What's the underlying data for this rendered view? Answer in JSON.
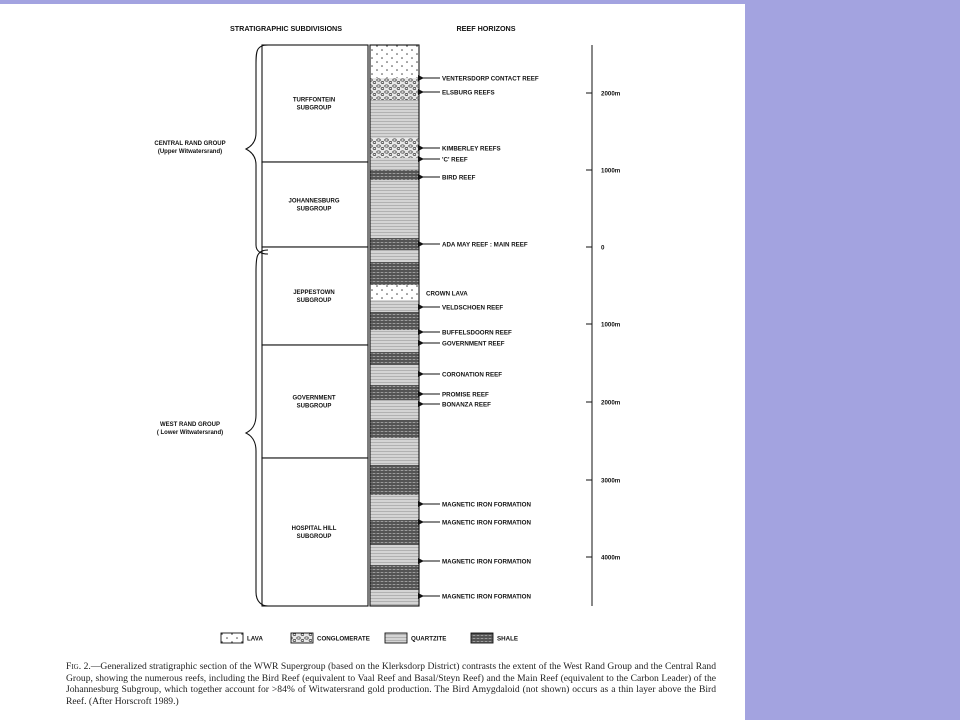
{
  "headers": {
    "left": "STRATIGRAPHIC SUBDIVISIONS",
    "right": "REEF HORIZONS"
  },
  "groups": {
    "central_line1": "CENTRAL RAND GROUP",
    "central_line2": "(Upper Witwatersrand)",
    "west_line1": "WEST RAND GROUP",
    "west_line2": "( Lower Witwatersrand)"
  },
  "subgroups": [
    {
      "line1": "TURFFONTEIN",
      "line2": "SUBGROUP"
    },
    {
      "line1": "JOHANNESBURG",
      "line2": "SUBGROUP"
    },
    {
      "line1": "JEPPESTOWN",
      "line2": "SUBGROUP"
    },
    {
      "line1": "GOVERNMENT",
      "line2": "SUBGROUP"
    },
    {
      "line1": "HOSPITAL HILL",
      "line2": "SUBGROUP"
    }
  ],
  "reefs": [
    "VENTERSDORP CONTACT REEF",
    "ELSBURG REEFS",
    "KIMBERLEY REEFS",
    "'C' REEF",
    "BIRD REEF",
    "ADA MAY REEF : MAIN REEF",
    "CROWN LAVA",
    "VELDSCHOEN REEF",
    "BUFFELSDOORN REEF",
    "GOVERNMENT REEF",
    "CORONATION REEF",
    "PROMISE REEF",
    "BONANZA REEF",
    "MAGNETIC IRON FORMATION",
    "MAGNETIC IRON FORMATION",
    "MAGNETIC IRON FORMATION",
    "MAGNETIC IRON FORMATION"
  ],
  "scale": [
    "2000m",
    "1000m",
    "0",
    "1000m",
    "2000m",
    "3000m",
    "4000m"
  ],
  "legend": [
    "LAVA",
    "CONGLOMERATE",
    "QUARTZITE",
    "SHALE"
  ],
  "caption": {
    "fig": "Fig. 2.",
    "text": "—Generalized stratigraphic section of the WWR Supergroup (based on the Klerksdorp District) contrasts the extent of the West Rand Group and the Central Rand Group, showing the numerous reefs, including the Bird Reef (equivalent to Vaal Reef and Basal/Steyn Reef) and the Main Reef (equivalent to the Carbon Leader) of the Johannesburg Subgroup, which together account for >84% of Witwatersrand gold production. The Bird Amygdaloid (not shown) occurs as a thin layer above the Bird Reef. (After Horscroft 1989.)"
  }
}
